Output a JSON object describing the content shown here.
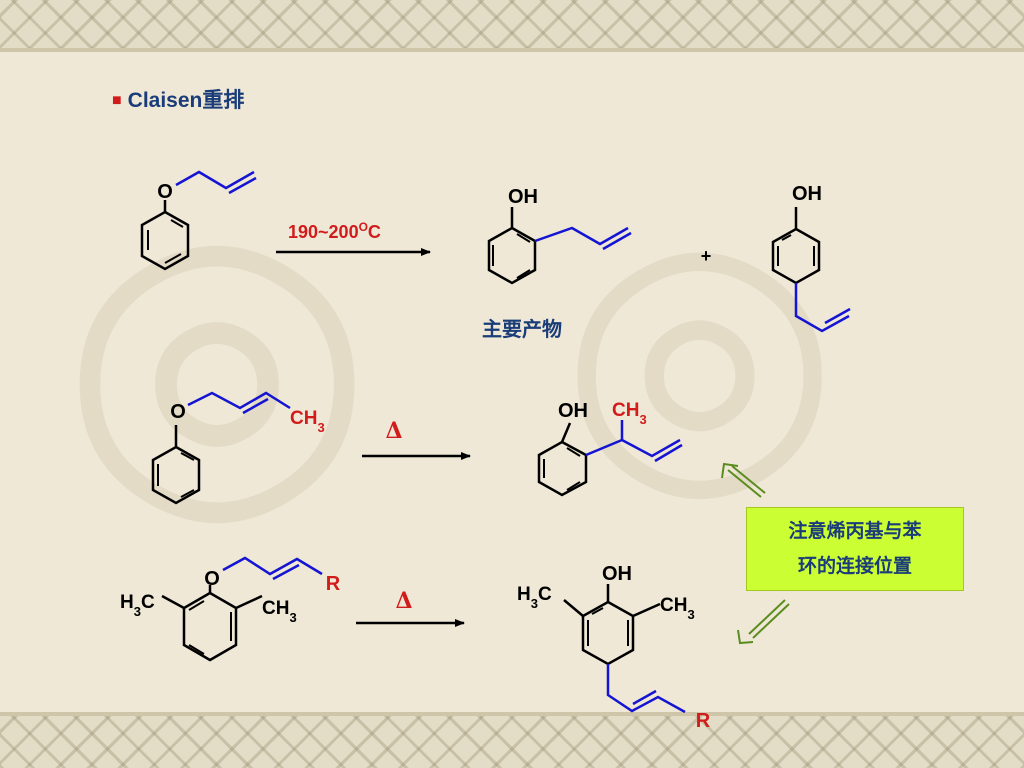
{
  "slide": {
    "title": "Claisen重排"
  },
  "reactions": [
    {
      "condition": "190~200",
      "condition_superscript": "O",
      "condition_unit": "C",
      "reactant_atoms": [
        "O"
      ],
      "main_product_atoms": [
        "OH"
      ],
      "main_product_label": "主要产物",
      "plus_sign": "+",
      "side_product_atoms": [
        "OH"
      ]
    },
    {
      "condition": "Δ",
      "reactant_atoms": [
        "O",
        "CH3"
      ],
      "product_atoms": [
        "OH",
        "CH3"
      ]
    },
    {
      "condition": "Δ",
      "reactant_atoms": [
        "O",
        "R",
        "H3C",
        "CH3"
      ],
      "product_atoms": [
        "OH",
        "H3C",
        "CH3",
        "R"
      ]
    }
  ],
  "note": {
    "line1": "注意烯丙基与苯",
    "line2": "环的连接位置",
    "background": "#ccff33"
  },
  "colors": {
    "title": "#1a3c78",
    "bond": "#000000",
    "allyl_chain": "#1414d2",
    "label_red": "#d21c1c",
    "note_arrow": "#5a8c1e"
  }
}
